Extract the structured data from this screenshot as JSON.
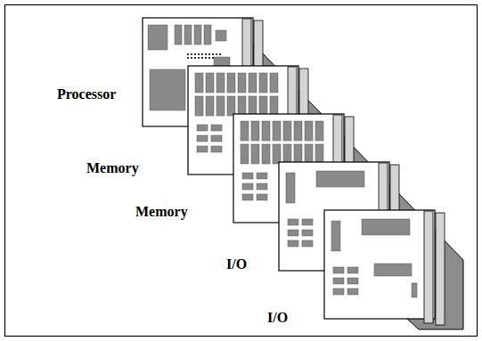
{
  "diagram": {
    "labels": [
      "Processor",
      "Memory",
      "Memory",
      "I/O",
      "I/O"
    ]
  }
}
